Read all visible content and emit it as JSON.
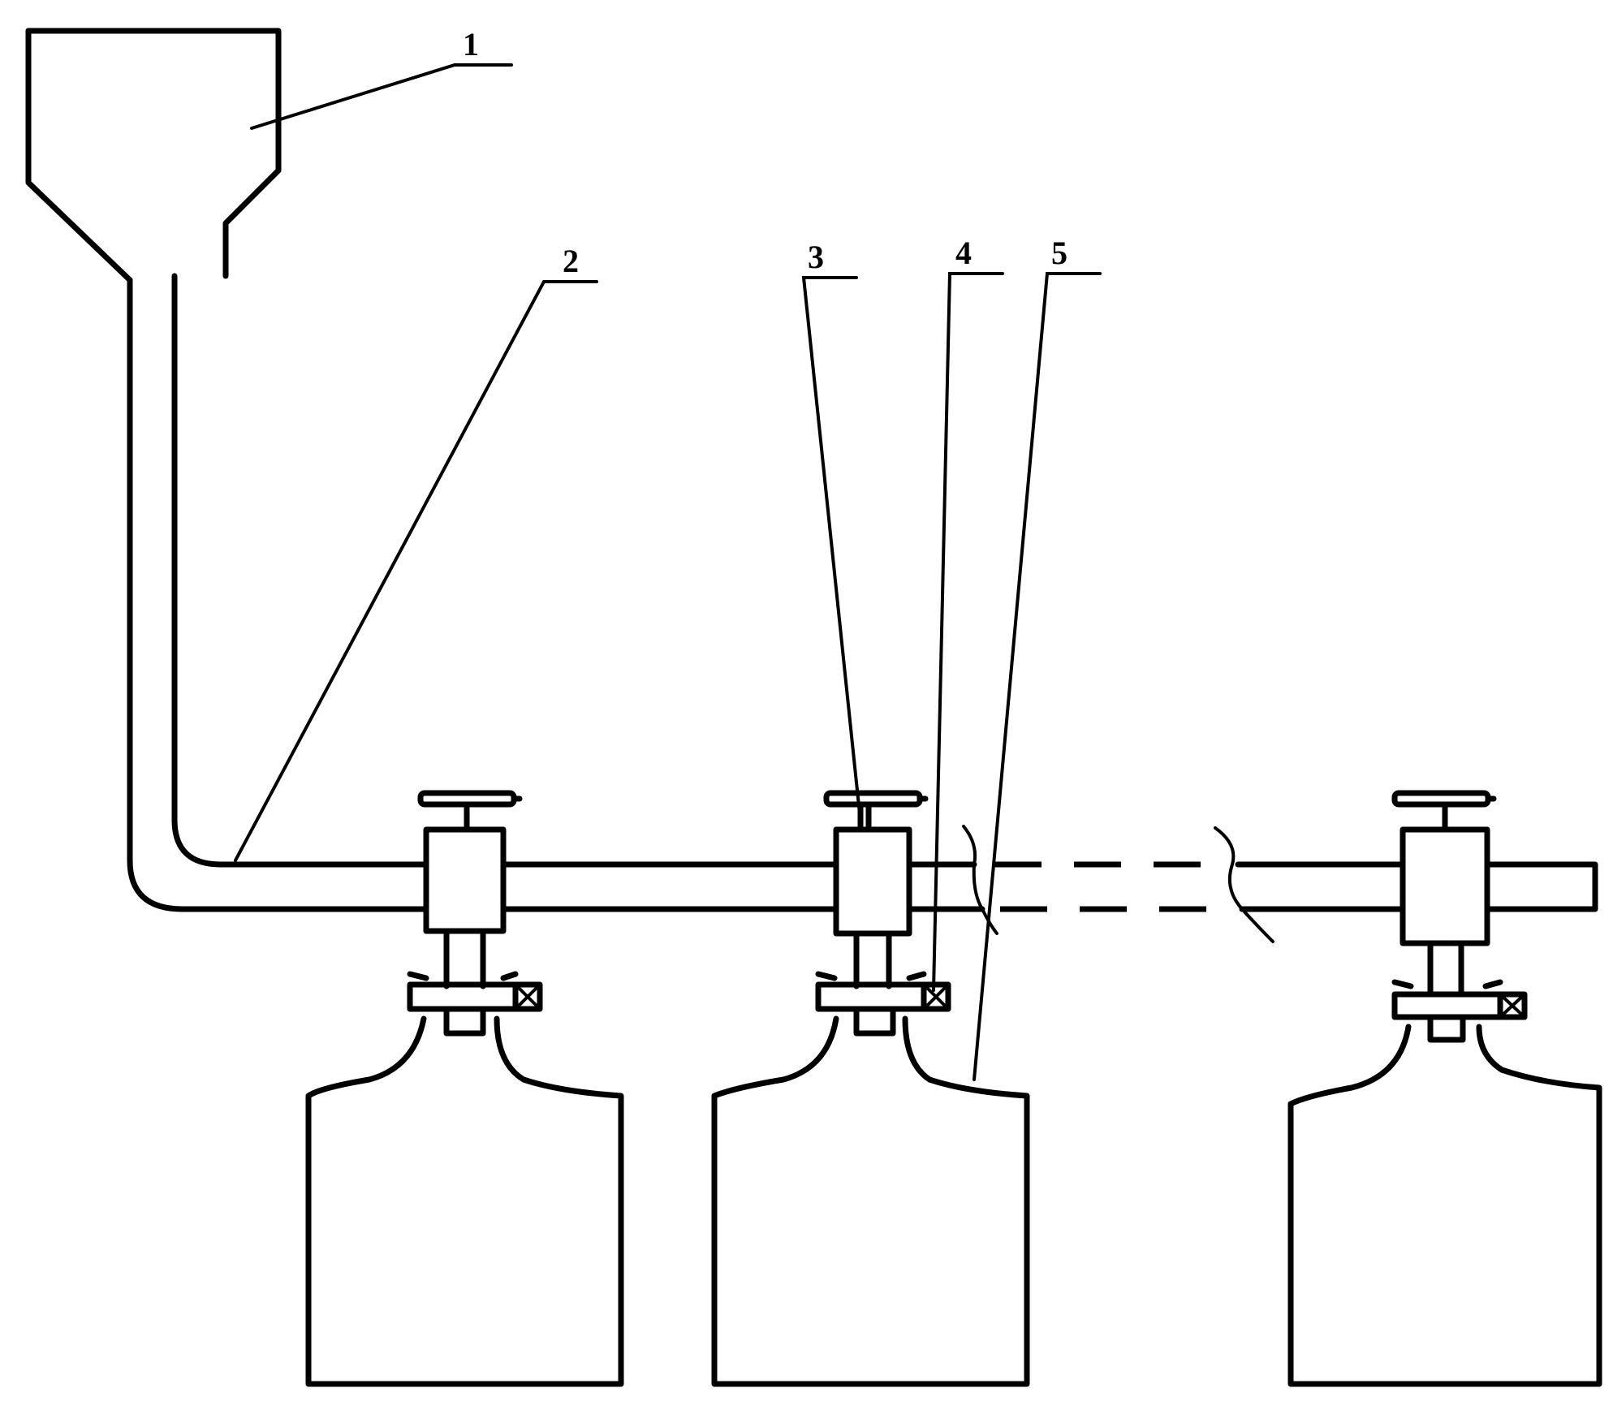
{
  "labels": [
    {
      "id": "1",
      "text": "1"
    },
    {
      "id": "2",
      "text": "2"
    },
    {
      "id": "3",
      "text": "3"
    },
    {
      "id": "4",
      "text": "4"
    },
    {
      "id": "5",
      "text": "5"
    }
  ],
  "colors": {
    "line": "#000000",
    "background": "#ffffff"
  }
}
